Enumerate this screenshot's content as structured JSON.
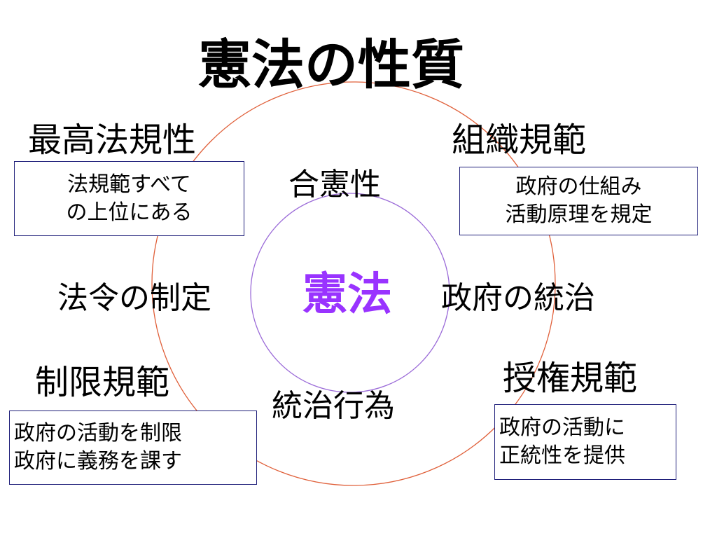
{
  "title": "憲法の性質",
  "center": {
    "text": "憲法",
    "color": "#9933ff"
  },
  "ring_colors": {
    "outer": "#e0603a",
    "inner": "#9b6bd8"
  },
  "inner_labels": {
    "top": "合憲性",
    "left": "法令の制定",
    "right": "政府の統治",
    "bottom": "統治行為"
  },
  "corners": {
    "top_left": {
      "title": "最高法規性",
      "lines": [
        "法規範すべて",
        "の上位にある"
      ]
    },
    "top_right": {
      "title": "組織規範",
      "lines": [
        "政府の仕組み",
        "活動原理を規定"
      ]
    },
    "bottom_left": {
      "title": "制限規範",
      "lines": [
        "政府の活動を制限",
        "政府に義務を課す"
      ]
    },
    "bottom_right": {
      "title": "授権規範",
      "lines": [
        "政府の活動に",
        "正統性を提供"
      ]
    }
  }
}
